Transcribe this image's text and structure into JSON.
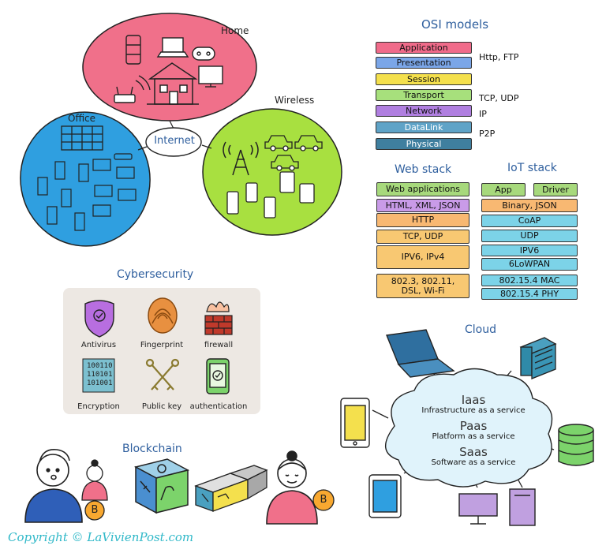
{
  "network": {
    "home": "Home",
    "office": "Office",
    "wireless": "Wireless",
    "internet": "Internet"
  },
  "osi": {
    "title": "OSI models",
    "layers": [
      {
        "label": "Application",
        "color": "#f06b8a"
      },
      {
        "label": "Presentation",
        "color": "#7ba6e8"
      },
      {
        "label": "Session",
        "color": "#f4e04d"
      },
      {
        "label": "Transport",
        "color": "#a7e07c"
      },
      {
        "label": "Network",
        "color": "#b07fe0"
      },
      {
        "label": "DataLink",
        "color": "#5fa3c7"
      },
      {
        "label": "Physical",
        "color": "#3f7f9f"
      }
    ],
    "notes": [
      "Http, FTP",
      "TCP, UDP",
      "IP",
      "P2P"
    ]
  },
  "web_stack": {
    "title": "Web stack",
    "items": [
      "Web applications",
      "HTML, XML, JSON",
      "HTTP",
      "TCP, UDP",
      "IPV6, IPv4",
      "802.3, 802.11, DSL, Wi-Fi"
    ]
  },
  "iot_stack": {
    "title": "IoT stack",
    "items": [
      "App",
      "Driver",
      "Binary, JSON",
      "CoAP",
      "UDP",
      "IPV6",
      "6LoWPAN",
      "802.15.4 MAC",
      "802.15.4 PHY"
    ]
  },
  "cybersecurity": {
    "title": "Cybersecurity",
    "items": [
      "Antivirus",
      "Fingerprint",
      "firewall",
      "Encryption",
      "Public key",
      "authentication"
    ],
    "binary": [
      "100110",
      "110101",
      "101001"
    ]
  },
  "cloud": {
    "title": "Cloud",
    "services": [
      {
        "name": "Iaas",
        "desc": "Infrastructure as a service"
      },
      {
        "name": "Paas",
        "desc": "Platform as a service"
      },
      {
        "name": "Saas",
        "desc": "Software as a service"
      }
    ]
  },
  "blockchain": {
    "title": "Blockchain",
    "coin": "B"
  },
  "copyright": "Copyright © LaVivienPost.com"
}
